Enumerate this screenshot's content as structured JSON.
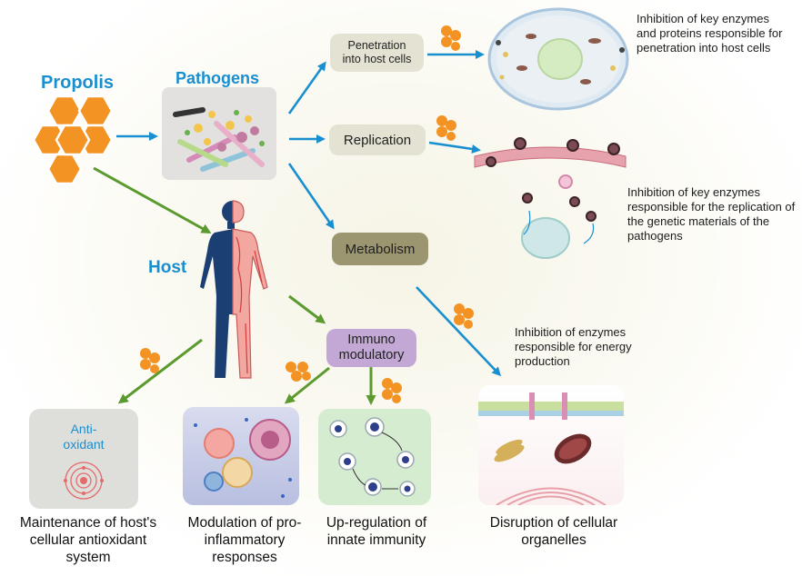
{
  "title": "Propolis",
  "pathogens": "Pathogens",
  "host": "Host",
  "actions": {
    "penetration": "Penetration into host cells",
    "replication": "Replication",
    "metabolism": "Metabolism",
    "immuno": "Immuno modulatory"
  },
  "notes": {
    "penetration": "Inhibition of key enzymes and proteins responsible for penetration into host cells",
    "replication": "Inhibition of key enzymes responsible for the replication of the genetic materials of the pathogens",
    "energy": "Inhibition of enzymes responsible for energy production"
  },
  "antioxidant_tile": "Anti-oxidant",
  "outcomes": {
    "antioxidant": "Maintenance of host's cellular antioxidant system",
    "inflammation": "Modulation of pro-inflammatory responses",
    "innate": "Up-regulation of innate immunity",
    "organelles": "Disruption of cellular organelles"
  },
  "colors": {
    "blue": "#1a8fd0",
    "green": "#5a9a2e",
    "orange": "#f39323",
    "pill_gray": "#e4e2d2",
    "pill_olive": "#9c9670",
    "pill_purple": "#c3a8d6"
  }
}
